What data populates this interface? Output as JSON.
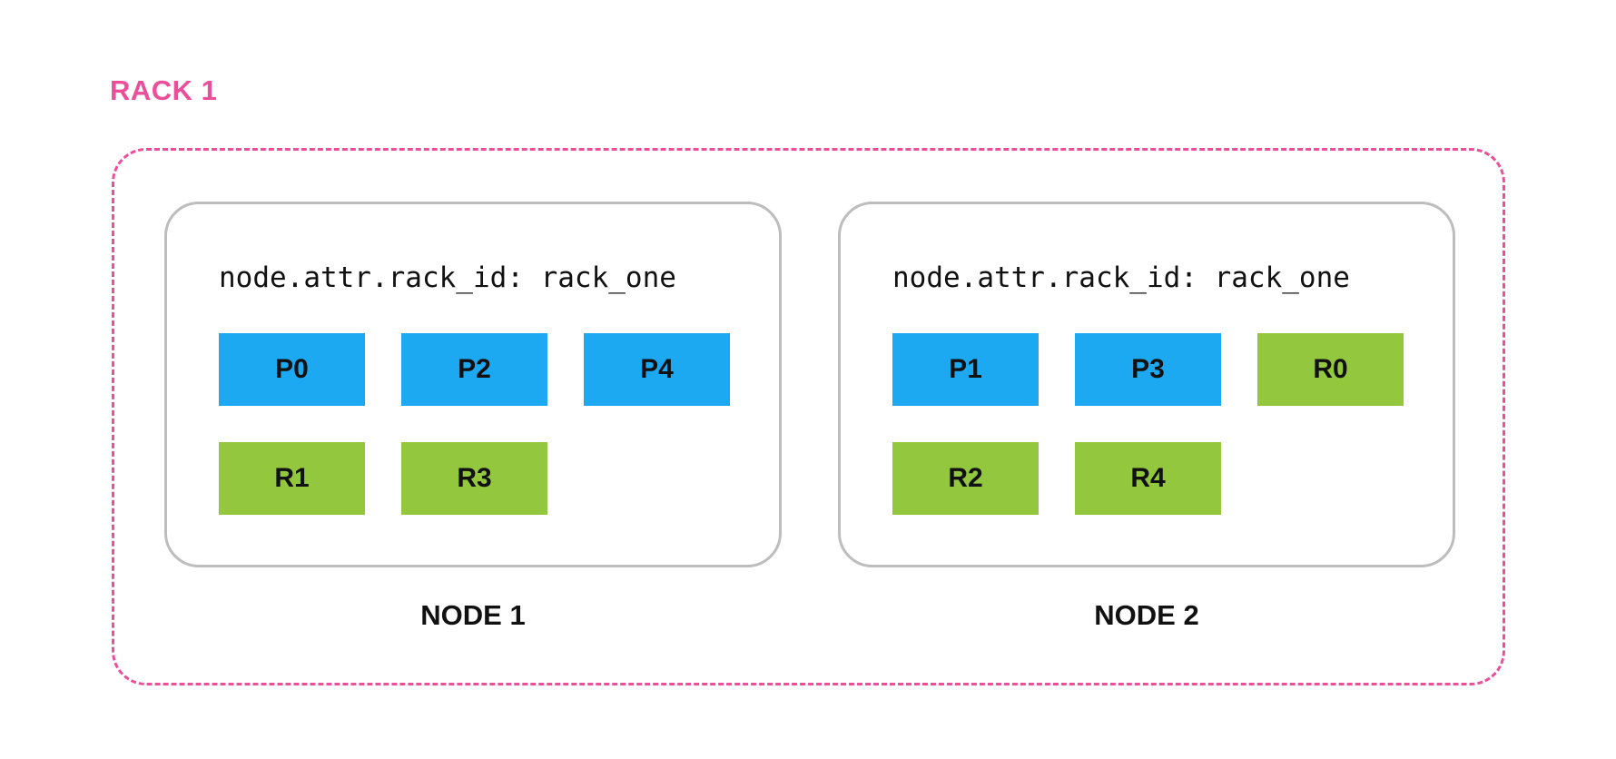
{
  "rack": {
    "label": "RACK 1",
    "color": "#EC4F9A"
  },
  "colors": {
    "primary_shard": "#1DA8F2",
    "replica_shard": "#93C83E",
    "node_border": "#BDBDBD"
  },
  "nodes": [
    {
      "label": "NODE 1",
      "attr": "node.attr.rack_id: rack_one",
      "shards": [
        {
          "label": "P0",
          "kind": "primary"
        },
        {
          "label": "P2",
          "kind": "primary"
        },
        {
          "label": "P4",
          "kind": "primary"
        },
        {
          "label": "R1",
          "kind": "replica"
        },
        {
          "label": "R3",
          "kind": "replica"
        }
      ]
    },
    {
      "label": "NODE 2",
      "attr": "node.attr.rack_id: rack_one",
      "shards": [
        {
          "label": "P1",
          "kind": "primary"
        },
        {
          "label": "P3",
          "kind": "primary"
        },
        {
          "label": "R0",
          "kind": "replica"
        },
        {
          "label": "R2",
          "kind": "replica"
        },
        {
          "label": "R4",
          "kind": "replica"
        }
      ]
    }
  ]
}
